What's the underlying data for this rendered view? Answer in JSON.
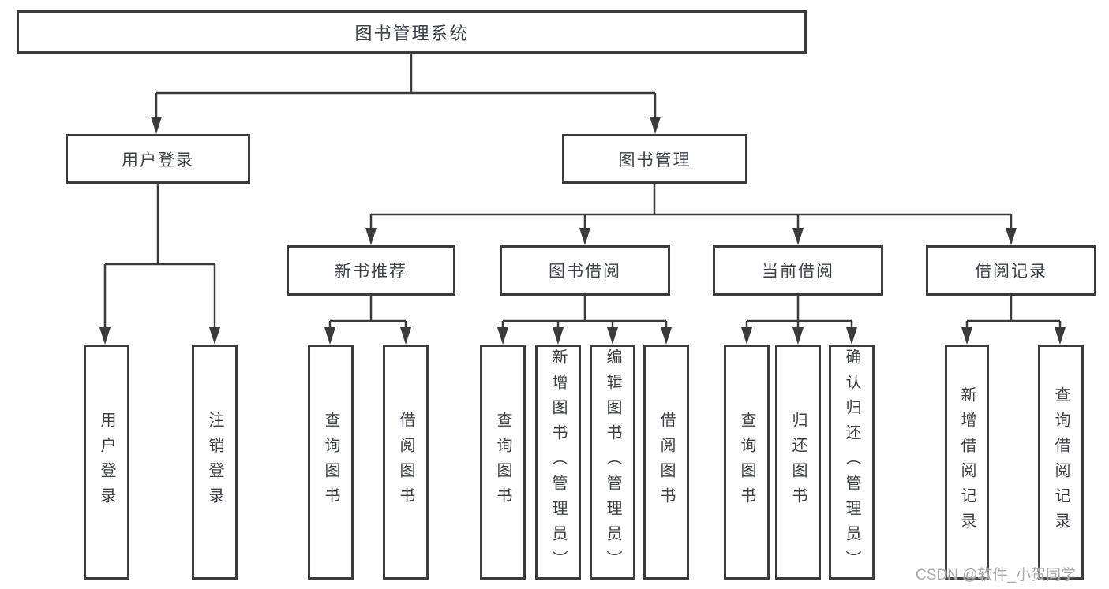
{
  "diagram": {
    "root": {
      "label": "图书管理系统"
    },
    "level1": [
      {
        "label": "用户登录"
      },
      {
        "label": "图书管理"
      }
    ],
    "level2": [
      {
        "label": "新书推荐"
      },
      {
        "label": "图书借阅"
      },
      {
        "label": "当前借阅"
      },
      {
        "label": "借阅记录"
      }
    ],
    "leaves": {
      "login": [
        {
          "label": "用户登录"
        },
        {
          "label": "注销登录"
        }
      ],
      "newbook": [
        {
          "label": "查询图书"
        },
        {
          "label": "借阅图书"
        }
      ],
      "borrow": [
        {
          "label": "查询图书"
        },
        {
          "label": "新增图书（管理员）"
        },
        {
          "label": "编辑图书（管理员）"
        },
        {
          "label": "借阅图书"
        }
      ],
      "current": [
        {
          "label": "查询图书"
        },
        {
          "label": "归还图书"
        },
        {
          "label": "确认归还（管理员）"
        }
      ],
      "record": [
        {
          "label": "新增借阅记录"
        },
        {
          "label": "查询借阅记录"
        }
      ]
    }
  },
  "watermark": {
    "text": "CSDN @软件_小贺同学"
  },
  "colors": {
    "line": "#3b3b3b",
    "text": "#3d4147",
    "watermark": "#ababab",
    "background": "#ffffff"
  }
}
